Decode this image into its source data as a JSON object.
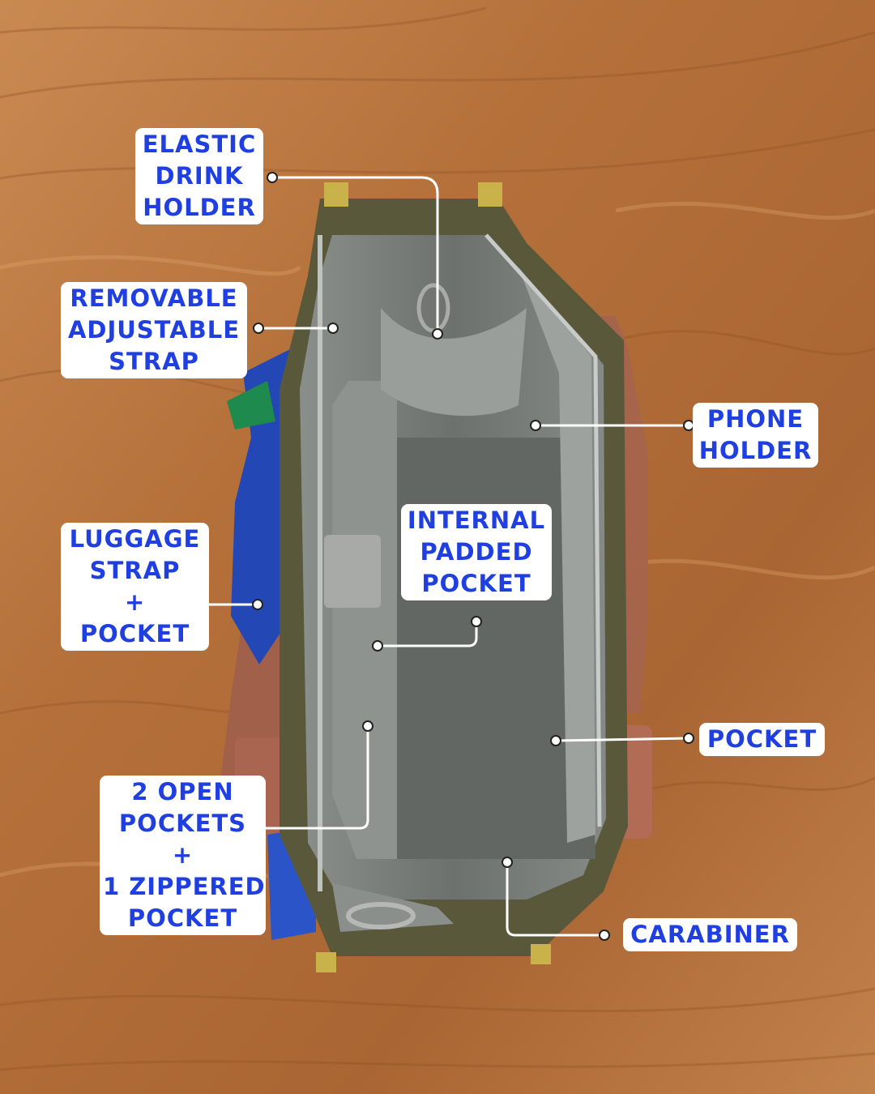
{
  "colors": {
    "label_text": "#1f3fe0",
    "label_bg": "#ffffff",
    "connector": "#ffffff",
    "wood": "#b06a32",
    "bag_lining": "#6f7470",
    "bag_outer": "#59583b",
    "handle": "#a5644c",
    "strap": "#2449b8"
  },
  "callouts": {
    "elastic_drink_holder": [
      "ELASTIC",
      "DRINK",
      "HOLDER"
    ],
    "removable_adjustable_strap": [
      "REMOVABLE",
      "ADJUSTABLE",
      "STRAP"
    ],
    "phone_holder": [
      "PHONE",
      "HOLDER"
    ],
    "luggage_strap_pocket": [
      "LUGGAGE",
      "STRAP",
      "+",
      "POCKET"
    ],
    "internal_padded_pocket": [
      "INTERNAL",
      "PADDED",
      "POCKET"
    ],
    "pocket": [
      "POCKET"
    ],
    "open_zippered_pockets": [
      "2 OPEN",
      "POCKETS",
      "+",
      "1 ZIPPERED",
      "POCKET"
    ],
    "carabiner": [
      "CARABINER"
    ]
  }
}
